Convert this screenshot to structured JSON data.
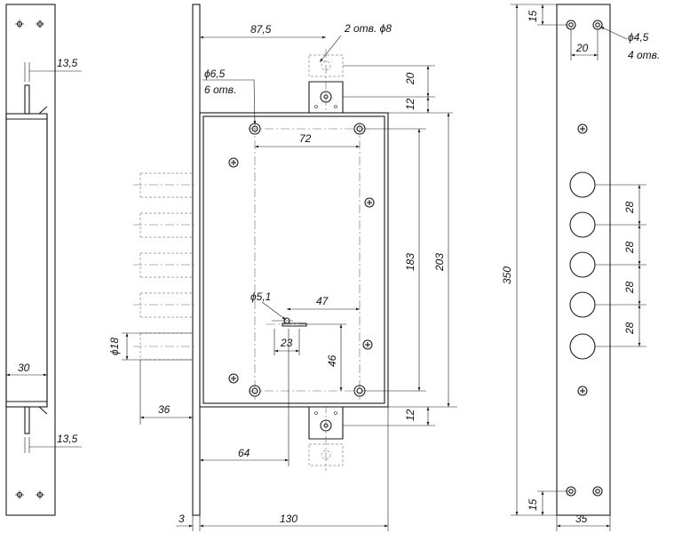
{
  "labels": {
    "d_87_5": "87,5",
    "d_2_holes": "2 отв. ϕ8",
    "d_phi_6_5": "ϕ6,5",
    "d_6_holes": "6 отв.",
    "d_20_top": "20",
    "d_12_top": "12",
    "d_72": "72",
    "d_183": "183",
    "d_203": "203",
    "d_phi_5_1": "ϕ5,1",
    "d_47": "47",
    "d_23": "23",
    "d_46": "46",
    "d_phi_18": "ϕ18",
    "d_36": "36",
    "d_12_bottom": "12",
    "d_64": "64",
    "d_3": "3",
    "d_130": "130",
    "left_13_5_top": "13,5",
    "left_30": "30",
    "left_13_5_bottom": "13,5",
    "right_15_top": "15",
    "right_20": "20",
    "right_phi_4_5": "ϕ4,5",
    "right_4_holes": "4 отв.",
    "right_350": "350",
    "right_28_a": "28",
    "right_28_b": "28",
    "right_28_c": "28",
    "right_28_d": "28",
    "right_15_bottom": "15",
    "right_35": "35"
  }
}
